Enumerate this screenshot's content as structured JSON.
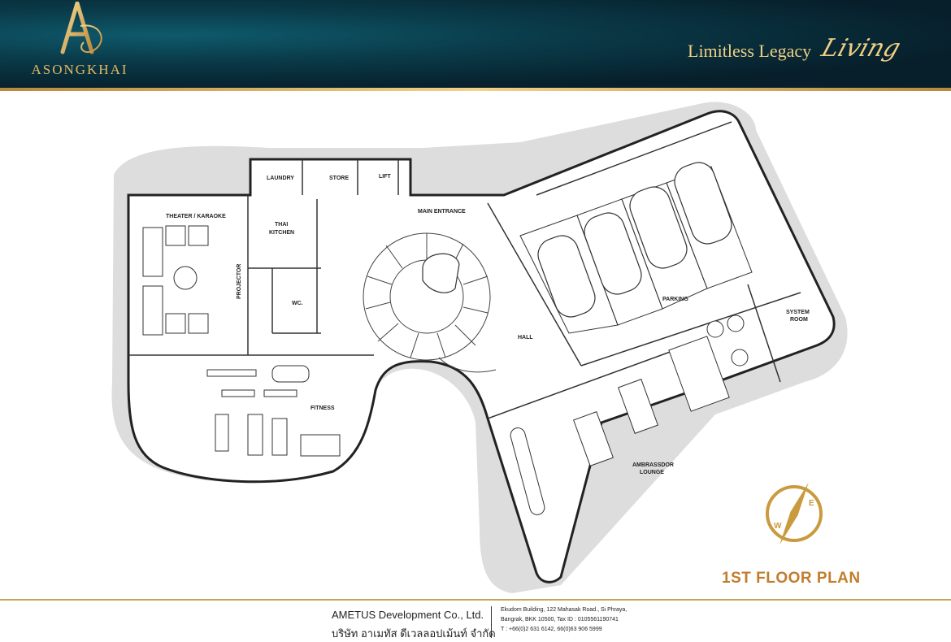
{
  "header": {
    "brand": "ASONGKHAI",
    "tagline": "Limitless Legacy",
    "tagline_script": "Living"
  },
  "rooms": {
    "laundry": "LAUNDRY",
    "store": "STORE",
    "lift": "LIFT",
    "main_entrance": "MAIN ENTRANCE",
    "theater": "THEATER / KARAOKE",
    "thai": "THAI",
    "kitchen": "KITCHEN",
    "projector": "PROJECTOR",
    "wc": "WC.",
    "hall": "HALL",
    "parking": "PARKING",
    "system": "SYSTEM",
    "room": "ROOM",
    "fitness": "FITNESS",
    "ambassador": "AMBRASSDOR",
    "lounge": "LOUNGE"
  },
  "compass": {
    "west": "W",
    "east": "E"
  },
  "plan_title": "1ST FLOOR PLAN",
  "footer": {
    "company_en": "AMETUS Development Co., Ltd.",
    "company_th": "บริษัท อาเมทัส ดีเวลลอปเม้นท์ จำกัด",
    "address_1": "Ekudom Building, 122 Mahasak Road., Si Phraya,",
    "address_2": "Bangrak, BKK 10500, Tax ID : 0105561190741",
    "address_3": "T : +66(0)2 631 6142, 66(0)63 906 5999"
  },
  "colors": {
    "header_dark": "#071f2b",
    "gold": "#e2b865",
    "title_orange": "#c27d2c"
  }
}
